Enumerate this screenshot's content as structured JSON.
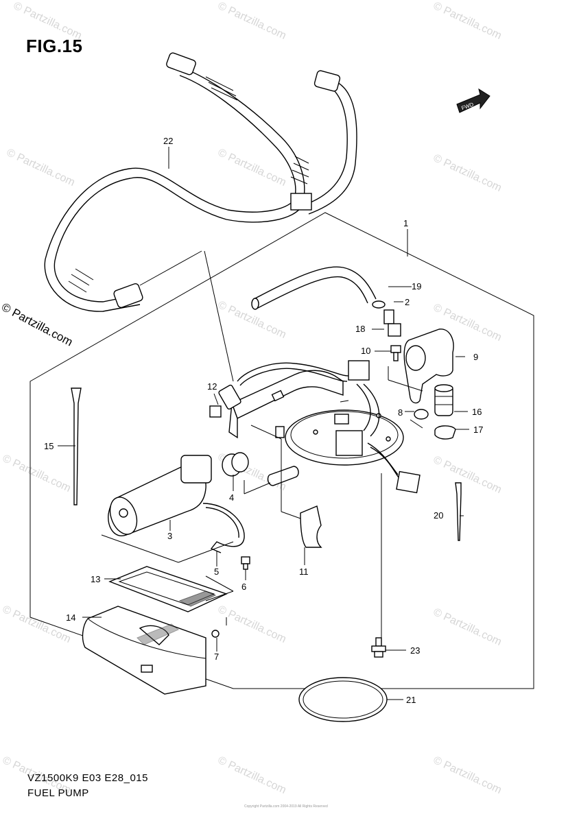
{
  "figure": {
    "title": "FIG.15",
    "model_code": "VZ1500K9 E03 E28_015",
    "caption": "FUEL PUMP",
    "watermark_main": "© Partzilla.com",
    "watermark_tile": "© Partzilla.com",
    "fwd_label": "FWD",
    "copyright_small": "Copyright Partzilla.com 2004-2019 All Rights Reserved"
  },
  "callouts": [
    {
      "id": "1",
      "text": "1"
    },
    {
      "id": "2",
      "text": "2"
    },
    {
      "id": "3",
      "text": "3"
    },
    {
      "id": "4",
      "text": "4"
    },
    {
      "id": "5",
      "text": "5"
    },
    {
      "id": "6",
      "text": "6"
    },
    {
      "id": "7",
      "text": "7"
    },
    {
      "id": "8",
      "text": "8"
    },
    {
      "id": "9",
      "text": "9"
    },
    {
      "id": "10",
      "text": "10"
    },
    {
      "id": "11",
      "text": "11"
    },
    {
      "id": "12",
      "text": "12"
    },
    {
      "id": "13",
      "text": "13"
    },
    {
      "id": "14",
      "text": "14"
    },
    {
      "id": "15",
      "text": "15"
    },
    {
      "id": "16",
      "text": "16"
    },
    {
      "id": "17",
      "text": "17"
    },
    {
      "id": "18",
      "text": "18"
    },
    {
      "id": "19",
      "text": "19"
    },
    {
      "id": "20",
      "text": "20"
    },
    {
      "id": "21",
      "text": "21"
    },
    {
      "id": "22",
      "text": "22"
    },
    {
      "id": "23",
      "text": "23"
    }
  ],
  "colors": {
    "line": "#000000",
    "watermark": "#d6d6d6",
    "background": "#ffffff"
  }
}
